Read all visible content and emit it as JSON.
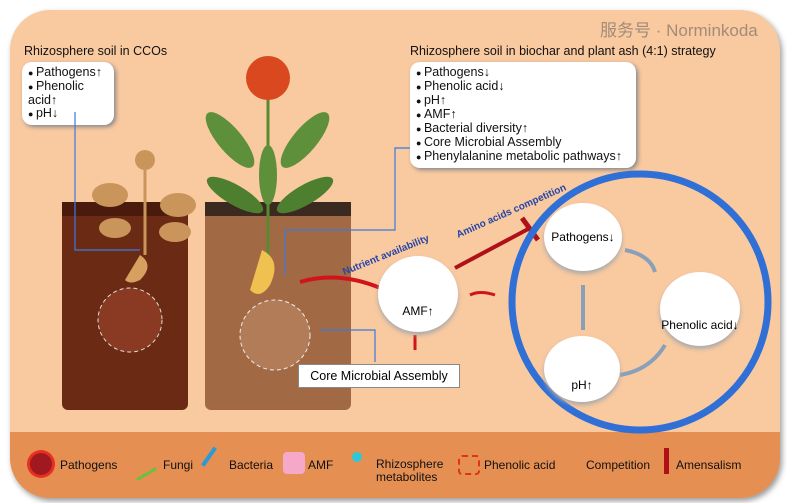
{
  "ccos": {
    "title": "Rhizosphere soil in CCOs",
    "items": [
      "Pathogens↑",
      "Phenolic acid↑",
      "pH↓"
    ]
  },
  "strategy": {
    "title": "Rhizosphere soil in biochar and plant ash (4:1) strategy",
    "items": [
      "Pathogens↓",
      "Phenolic acid↓",
      "pH↑",
      "AMF↑",
      "Bacterial diversity↑",
      "Core Microbial Assembly",
      "Phenylalanine metabolic pathways↑"
    ]
  },
  "arrows": {
    "nutrient": "Nutrient availability",
    "amino": "Amino acids competition"
  },
  "nodes": {
    "amf": "AMF↑",
    "pathogens": "Pathogens↓",
    "phenolic": "Phenolic acid↓",
    "ph": "pH↑",
    "core": "Core Microbial Assembly"
  },
  "legend": [
    "Pathogens",
    "Fungi",
    "Bacteria",
    "AMF",
    "Rhizosphere metabolites",
    "Phenolic acid",
    "Competition",
    "Amensalism"
  ],
  "watermark": "服务号 · Norminkoda",
  "colors": {
    "background": "#f9c9a0",
    "legend_band": "#e58f52",
    "cycle": "#2f6fd6",
    "inhibit": "#c0141c"
  }
}
